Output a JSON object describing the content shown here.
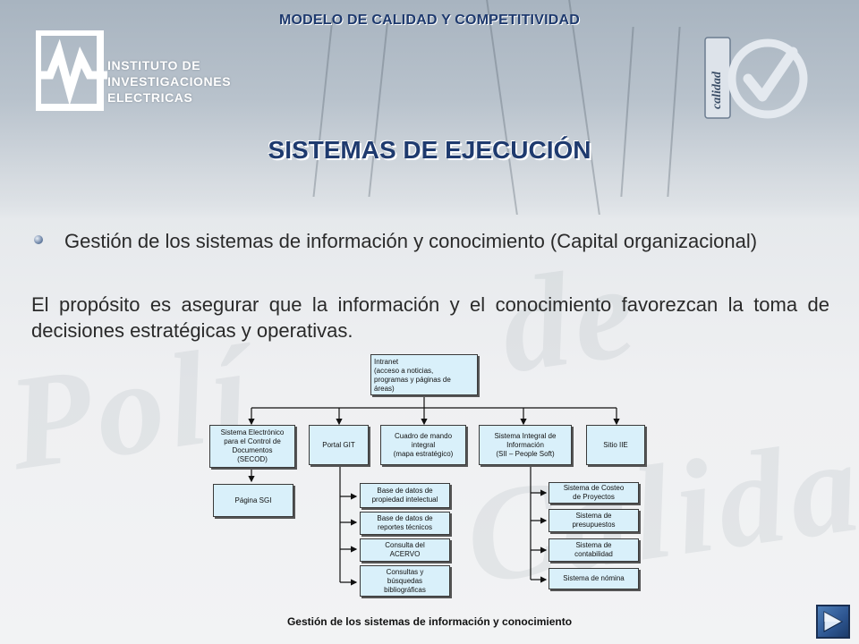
{
  "header": {
    "title": "MODELO DE CALIDAD Y COMPETITIVIDAD",
    "logo_lines": [
      "INSTITUTO DE",
      "INVESTIGACIONES",
      "ELECTRICAS"
    ],
    "seal_label": "calidad"
  },
  "section_title": "SISTEMAS DE EJECUCIÓN",
  "bullet": "Gestión de los sistemas de información y conocimiento (Capital organizacional)",
  "paragraph": "El propósito es asegurar que la información y el conocimiento favorezcan la toma de decisiones estratégicas y operativas.",
  "diagram": {
    "intranet": "Intranet\n(acceso a noticias,\nprogramas y páginas de\náreas)",
    "secod": "Sistema Electrónico\npara el Control de\nDocumentos\n(SECOD)",
    "portal": "Portal GIT",
    "cuadro": "Cuadro de mando\nintegral\n(mapa estratégico)",
    "sii": "Sistema Integral de\nInformación\n(SII – People Soft)",
    "sitio": "Sitio IIE",
    "pagina_sgi": "Página SGI",
    "portal_children": [
      "Base de datos de\npropiedad intelectual",
      "Base de datos de\nreportes técnicos",
      "Consulta del\nACERVO",
      "Consultas y\nbúsquedas\nbibliográficas"
    ],
    "sii_children": [
      "Sistema de Costeo\nde Proyectos",
      "Sistema de\npresupuestos",
      "Sistema de\ncontabilidad",
      "Sistema de nómina"
    ]
  },
  "caption": "Gestión de los sistemas de información y conocimiento"
}
